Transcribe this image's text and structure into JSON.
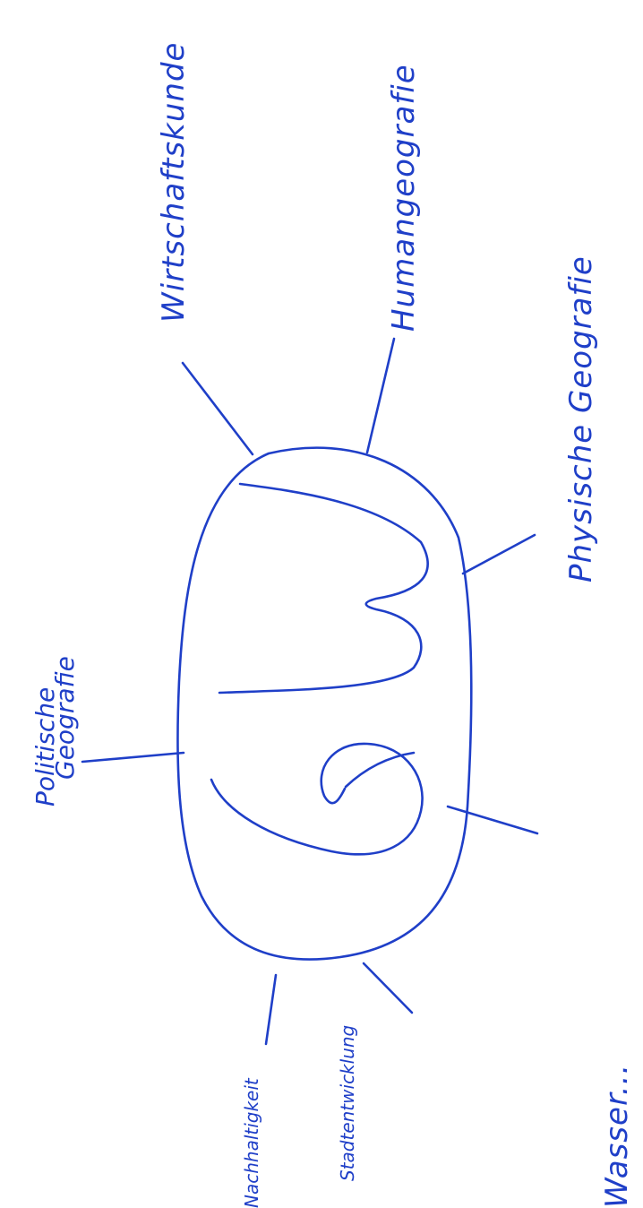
{
  "diagram": {
    "ink_color": "#1f3fc8",
    "paper_color": "#ffffff",
    "center_logo": "W-G monogram",
    "labels": {
      "wirtschaftskunde": "Wirtschaftskunde",
      "humangeografie": "Humangeografie",
      "physische_geografie": "Physische Geografie",
      "politische_geografie_line1": "Politische",
      "politische_geografie_line2": "Geografie",
      "nachhaltigkeit": "Nachhaltigkeit",
      "stadtentwicklung": "Stadtentwicklung",
      "bottom_partial": "Wasser..."
    }
  }
}
